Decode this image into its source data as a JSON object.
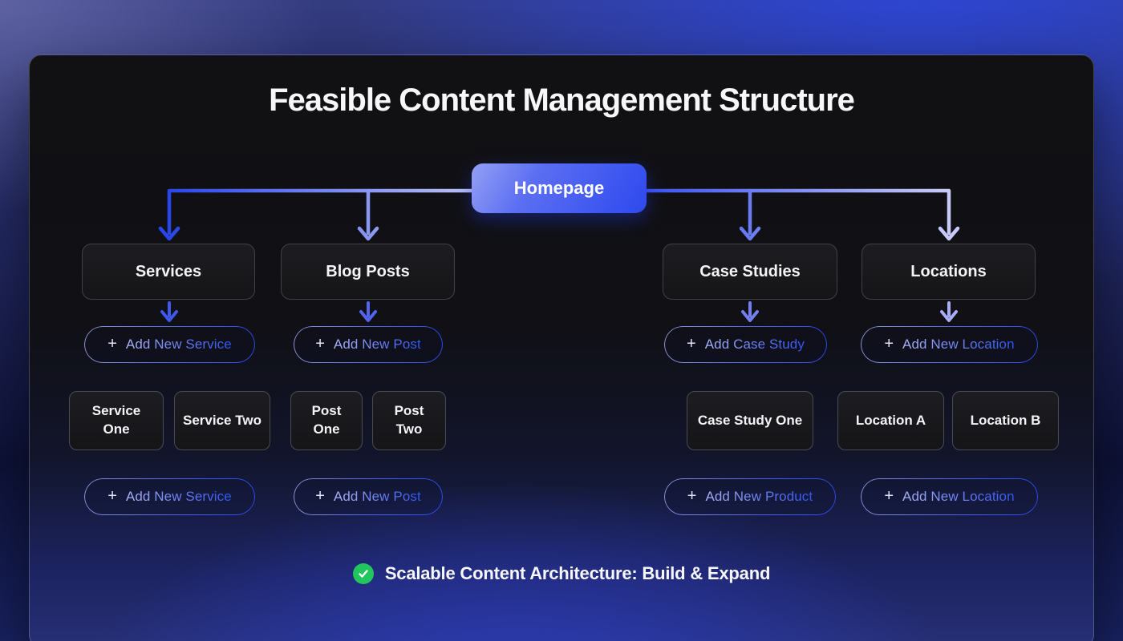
{
  "title": "Feasible Content Management Structure",
  "root": {
    "label": "Homepage"
  },
  "ui": {
    "plus": "+"
  },
  "columns": [
    {
      "name": "Services",
      "add_top": "Add New Service",
      "children": [
        "Service One",
        "Service Two"
      ],
      "add_bottom": "Add New Service"
    },
    {
      "name": "Blog Posts",
      "add_top": "Add New Post",
      "children": [
        "Post One",
        "Post Two"
      ],
      "add_bottom": "Add New Post"
    },
    {
      "name": "Case Studies",
      "add_top": "Add Case Study",
      "children": [
        "Case Study One"
      ],
      "add_bottom": "Add New Product"
    },
    {
      "name": "Locations",
      "add_top": "Add New Location",
      "children": [
        "Location A",
        "Location B"
      ],
      "add_bottom": "Add New Location"
    }
  ],
  "footer": {
    "icon": "check-circle-icon",
    "text": "Scalable Content Architecture: Build & Expand"
  },
  "colors": {
    "accent_blue": "#2f49ee",
    "connector_left_start": "#2946ea",
    "connector_left_end": "#bcc0f8",
    "connector_right_start": "#3a52ee",
    "connector_right_end": "#c9caf8",
    "arrow_services": "#3f58ef",
    "arrow_blog": "#5364f0",
    "arrow_case": "#7380f2",
    "arrow_locations": "#a7adf6",
    "check_green": "#22c55e",
    "card_background_top": "#111114",
    "card_background_bottom": "#273075"
  }
}
